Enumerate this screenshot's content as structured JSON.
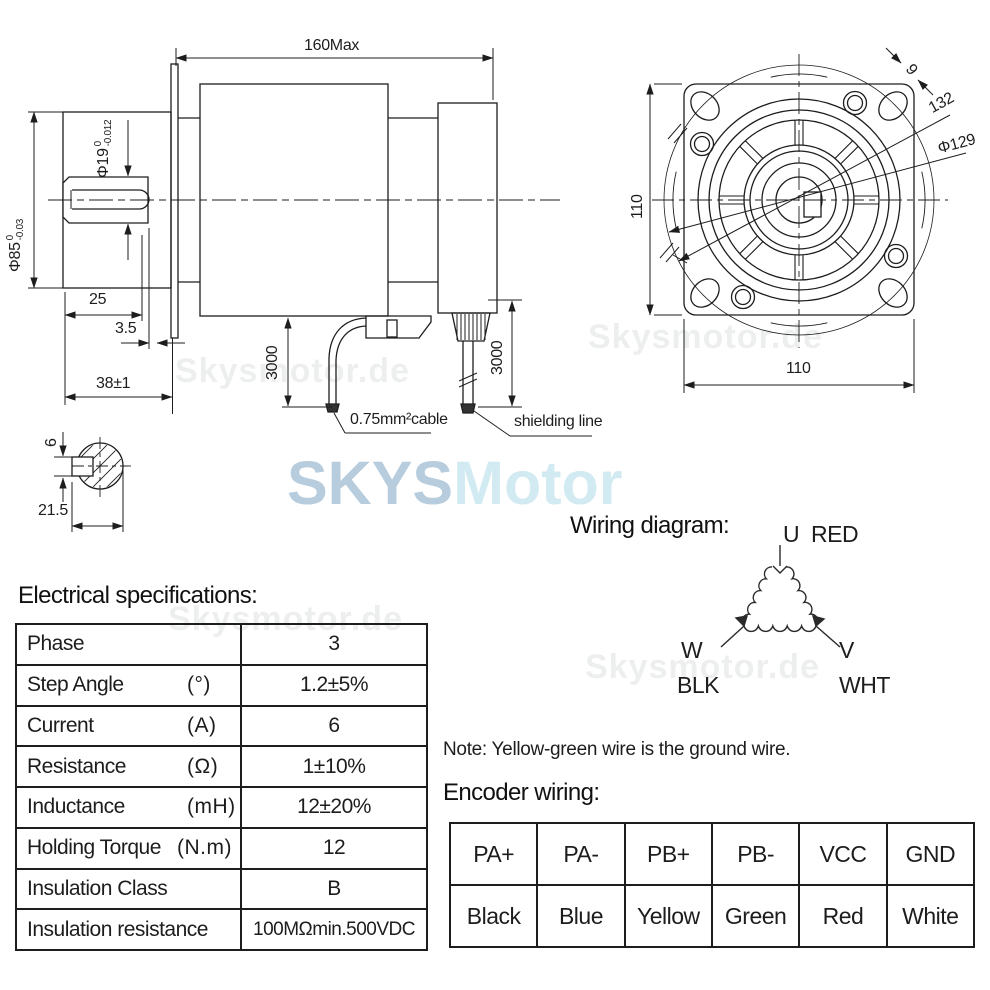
{
  "side_view": {
    "overall_length": "160Max",
    "shaft_dia": "Φ19",
    "shaft_tol_hi": "0",
    "shaft_tol_lo": "-0.012",
    "pilot_dia": "Φ85",
    "pilot_tol_hi": "0",
    "pilot_tol_lo": "-0.03",
    "shaft_ext_length": "25",
    "key_clearance": "3.5",
    "front_length": "38±1",
    "front_cable_length": "3000",
    "rear_cable_length": "3000",
    "cable_label": "0.75mm²cable",
    "shield_label": "shielding line"
  },
  "front_view": {
    "flange_height": "110",
    "flange_width": "110",
    "slot_width": "9",
    "bolt_diag": "132",
    "outer_dia": "Φ129"
  },
  "shaft_section": {
    "key_width": "6",
    "flat_dim": "21.5"
  },
  "watermark": {
    "brand_a": "SKYS",
    "brand_b": "Motor",
    "ghost": "Skysmotor.de"
  },
  "electrical": {
    "title": "Electrical specifications:",
    "rows": [
      {
        "label": "Phase",
        "unit": "",
        "value": "3"
      },
      {
        "label": "Step Angle",
        "unit": "(°)",
        "value": "1.2±5%"
      },
      {
        "label": "Current",
        "unit": "(A)",
        "value": "6"
      },
      {
        "label": "Resistance",
        "unit": "(Ω)",
        "value": "1±10%"
      },
      {
        "label": "Inductance",
        "unit": "(mH)",
        "value": "12±20%"
      },
      {
        "label": "Holding Torque",
        "unit": "(N.m)",
        "value": "12"
      },
      {
        "label": "Insulation Class",
        "unit": "",
        "value": "B"
      },
      {
        "label": "Insulation resistance",
        "unit": "",
        "value": "100MΩmin.500VDC"
      }
    ]
  },
  "wiring": {
    "title": "Wiring diagram:",
    "u": "U",
    "u_color": "RED",
    "w": "W",
    "w_color": "BLK",
    "v": "V",
    "v_color": "WHT"
  },
  "note": {
    "text": "Note: Yellow-green wire is the ground wire."
  },
  "encoder": {
    "title": "Encoder wiring:",
    "headers": [
      "PA+",
      "PA-",
      "PB+",
      "PB-",
      "VCC",
      "GND"
    ],
    "wires": [
      "Black",
      "Blue",
      "Yellow",
      "Green",
      "Red",
      "White"
    ]
  }
}
